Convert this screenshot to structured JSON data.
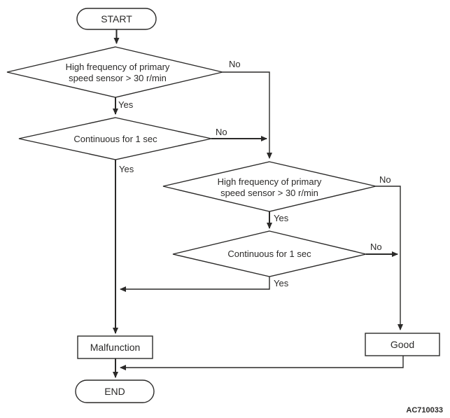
{
  "figure": {
    "code": "AC710033"
  },
  "colors": {
    "line": "#2b2a29",
    "background": "#ffffff"
  },
  "nodes": {
    "start": {
      "label": "START"
    },
    "decision1": {
      "line1": "High frequency of primary",
      "line2": "speed sensor > 30 r/min"
    },
    "decision2": {
      "label": "Continuous for 1 sec"
    },
    "decision3": {
      "line1": "High frequency of primary",
      "line2": "speed sensor > 30 r/min"
    },
    "decision4": {
      "label": "Continuous for 1 sec"
    },
    "malfunction": {
      "label": "Malfunction"
    },
    "good": {
      "label": "Good"
    },
    "end": {
      "label": "END"
    }
  },
  "edge_labels": {
    "decision1_yes": "Yes",
    "decision1_no": "No",
    "decision2_yes": "Yes",
    "decision2_no": "No",
    "decision3_yes": "Yes",
    "decision3_no": "No",
    "decision4_yes": "Yes",
    "decision4_no": "No"
  }
}
